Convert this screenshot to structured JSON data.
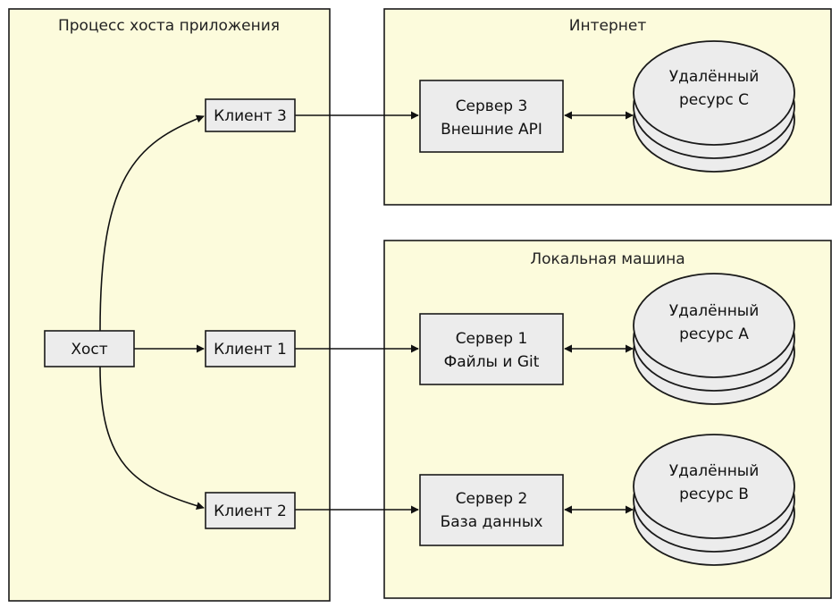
{
  "clusters": {
    "host_process": {
      "label": "Процесс хоста приложения"
    },
    "internet": {
      "label": "Интернет"
    },
    "local_machine": {
      "label": "Локальная машина"
    }
  },
  "nodes": {
    "host": {
      "label": "Хост"
    },
    "client1": {
      "label": "Клиент 1"
    },
    "client2": {
      "label": "Клиент 2"
    },
    "client3": {
      "label": "Клиент 3"
    },
    "server1": {
      "line1": "Сервер 1",
      "line2": "Файлы и Git"
    },
    "server2": {
      "line1": "Сервер 2",
      "line2": "База данных"
    },
    "server3": {
      "line1": "Сервер 3",
      "line2": "Внешние API"
    },
    "resource_a": {
      "line1": "Удалённый",
      "line2": "ресурс A"
    },
    "resource_b": {
      "line1": "Удалённый",
      "line2": "ресурс B"
    },
    "resource_c": {
      "line1": "Удалённый",
      "line2": "ресурс C"
    }
  },
  "colors": {
    "cluster_fill": "#fcfbdc",
    "node_fill": "#ececec",
    "stroke": "#1a1a1a"
  }
}
